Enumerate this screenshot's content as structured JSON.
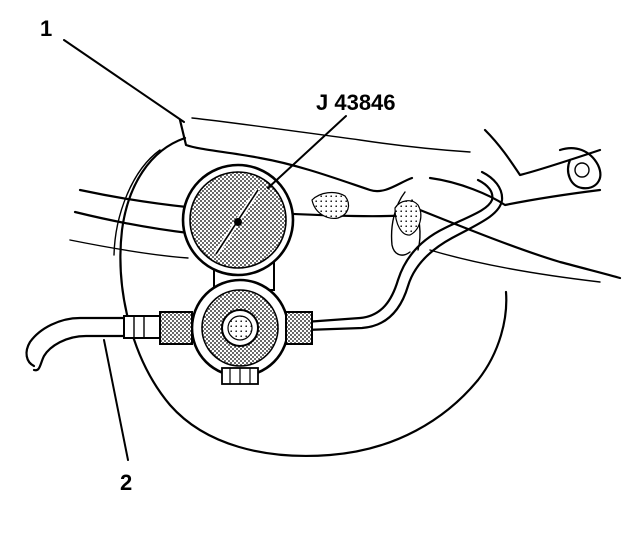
{
  "callouts": {
    "one": "1",
    "two": "2",
    "tool": "J 43846"
  }
}
